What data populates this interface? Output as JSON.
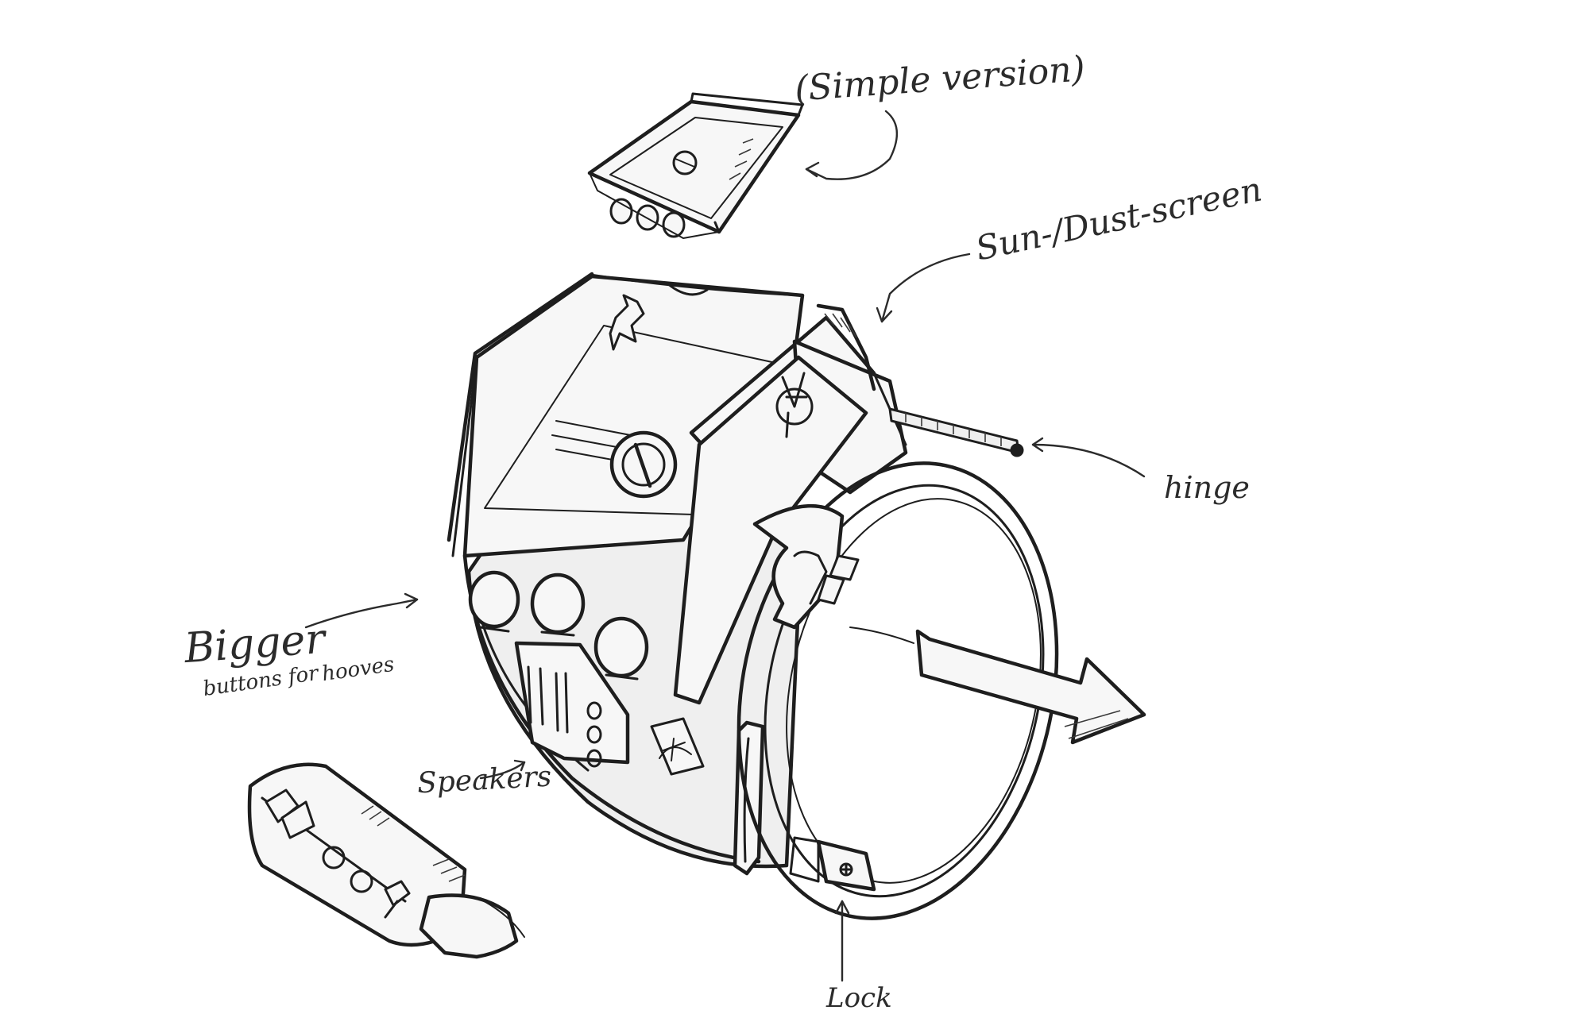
{
  "labels": {
    "simple_version": "(Simple version)",
    "sun_dust_screen": "Sun-/Dust-screen",
    "hinge": "hinge",
    "bigger": "Bigger",
    "buttons_for_hooves": "buttons for",
    "hooves": "hooves",
    "speakers": "Speakers",
    "lock": "Lock"
  }
}
